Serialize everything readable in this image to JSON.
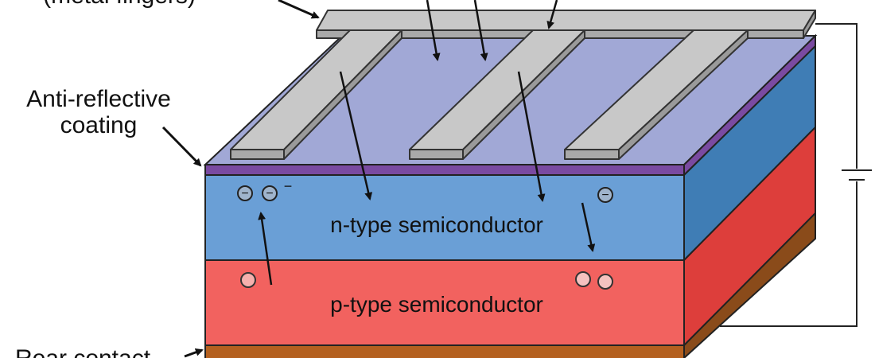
{
  "labels": {
    "front_contact": "(metal fingers)",
    "anti_reflective_line1": "Anti-reflective",
    "anti_reflective_line2": "coating",
    "n_type": "n-type semiconductor",
    "p_type": "p-type semiconductor",
    "rear_contact": "Rear contact",
    "electron_sign_1": "−",
    "electron_sign_2": "−",
    "electron_sign_3": "−",
    "electron_free_sign": "−"
  },
  "colors": {
    "n_layer": "#6a9fd6",
    "p_layer": "#f2625f",
    "arc_top": "#a1a8d6",
    "arc_edge": "#7a4aa1",
    "rear": "#b4601f",
    "metal": "#c8c8c8",
    "n_side": "#3f7db5",
    "p_side": "#dd3e3b",
    "rear_side": "#8a4b1a"
  }
}
